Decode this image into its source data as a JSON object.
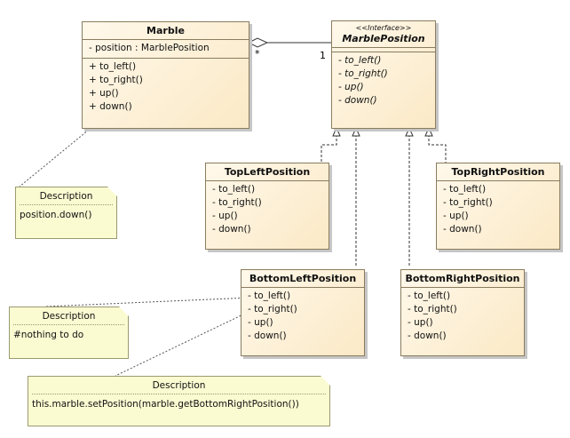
{
  "marble": {
    "name": "Marble",
    "attributes": [
      "- position : MarblePosition"
    ],
    "operations": [
      "+ to_left()",
      "+ to_right()",
      "+ up()",
      "+ down()"
    ]
  },
  "marble_position": {
    "stereotype": "<<Interface>>",
    "name": "MarblePosition",
    "operations": [
      "- to_left()",
      "- to_right()",
      "- up()",
      "- down()"
    ]
  },
  "association": {
    "source_mult": "*",
    "target_mult": "1"
  },
  "top_left": {
    "name": "TopLeftPosition",
    "operations": [
      "- to_left()",
      "- to_right()",
      "- up()",
      "- down()"
    ]
  },
  "top_right": {
    "name": "TopRightPosition",
    "operations": [
      "- to_left()",
      "- to_right()",
      "- up()",
      "- down()"
    ]
  },
  "bottom_left": {
    "name": "BottomLeftPosition",
    "operations": [
      "- to_left()",
      "- to_right()",
      "- up()",
      "- down()"
    ]
  },
  "bottom_right": {
    "name": "BottomRightPosition",
    "operations": [
      "- to_left()",
      "- to_right()",
      "- up()",
      "- down()"
    ]
  },
  "notes": {
    "marble_down": {
      "title": "Description",
      "body": "position.down()"
    },
    "bl_to_left": {
      "title": "Description",
      "body": "#nothing to do"
    },
    "bl_to_right": {
      "title": "Description",
      "body": "this.marble.setPosition(marble.getBottomRightPosition())"
    }
  },
  "colors": {
    "class_fill": "#fbe9c6",
    "class_border": "#8a7c5e",
    "note_fill": "#fbfbd2",
    "shadow": "#c6c6c6"
  }
}
